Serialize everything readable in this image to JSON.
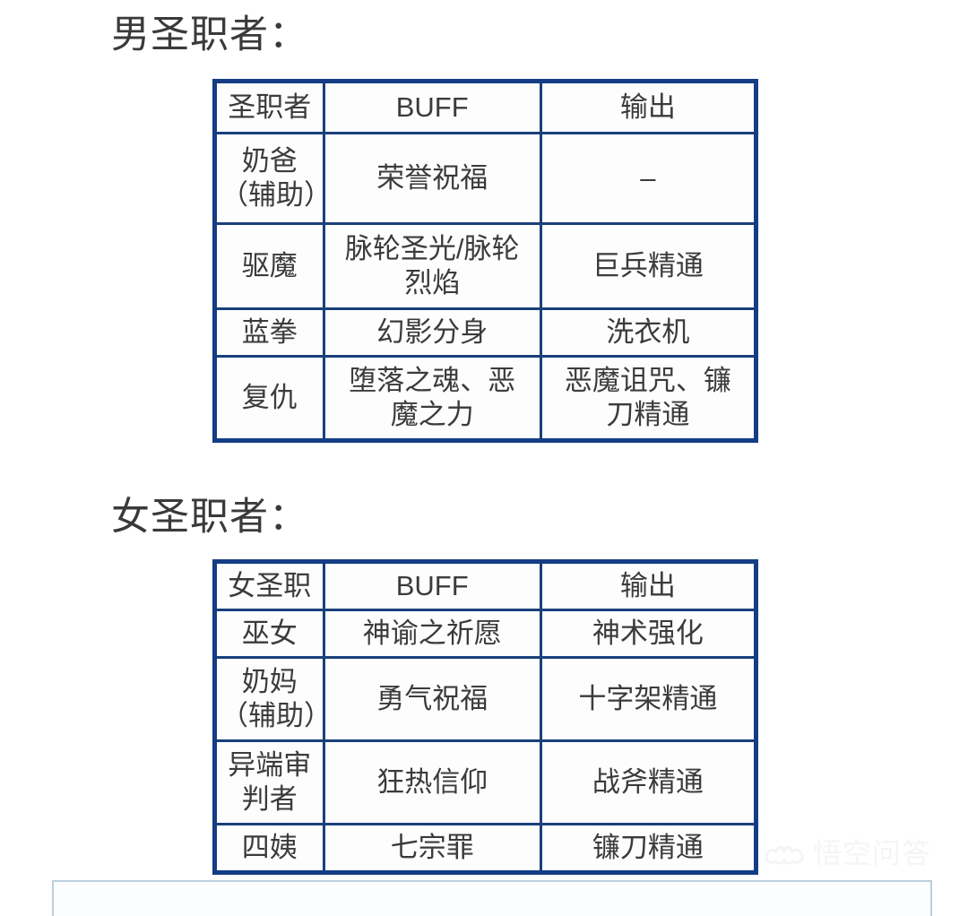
{
  "page": {
    "background": "#ffffff",
    "table_border_color": "#153d85",
    "grid_line_color": "#1a3f7a",
    "text_color": "#3b3b3b"
  },
  "sections": [
    {
      "title": "男圣职者：",
      "table": {
        "headers": [
          "圣职者",
          "BUFF",
          "输出"
        ],
        "rows": [
          {
            "role_l1": "奶爸",
            "role_l2": "（辅助）",
            "buff": "荣誉祝福",
            "dps": "–"
          },
          {
            "role_l1": "驱魔",
            "role_l2": "",
            "buff_l1": "脉轮圣光/脉轮",
            "buff_l2": "烈焰",
            "dps": "巨兵精通"
          },
          {
            "role_l1": "蓝拳",
            "role_l2": "",
            "buff": "幻影分身",
            "dps": "洗衣机"
          },
          {
            "role_l1": "复仇",
            "role_l2": "",
            "buff_l1": "堕落之魂、恶",
            "buff_l2": "魔之力",
            "dps_l1": "恶魔诅咒、镰",
            "dps_l2": "刀精通"
          }
        ]
      }
    },
    {
      "title": "女圣职者：",
      "table": {
        "headers": [
          "女圣职",
          "BUFF",
          "输出"
        ],
        "rows": [
          {
            "role_l1": "巫女",
            "role_l2": "",
            "buff": "神谕之祈愿",
            "dps": "神术强化"
          },
          {
            "role_l1": "奶妈",
            "role_l2": "（辅助）",
            "buff": "勇气祝福",
            "dps": "十字架精通"
          },
          {
            "role_l1": "异端审",
            "role_l2": "判者",
            "buff": "狂热信仰",
            "dps": "战斧精通"
          },
          {
            "role_l1": "四姨",
            "role_l2": "",
            "buff": "七宗罪",
            "dps": "镰刀精通"
          }
        ]
      }
    }
  ],
  "watermark": {
    "text": "悟空问答",
    "icon": "wukong-cloud-logo",
    "color": "#f3f5f7"
  },
  "bottom_panel": {
    "border_color": "#b9d1dd"
  }
}
